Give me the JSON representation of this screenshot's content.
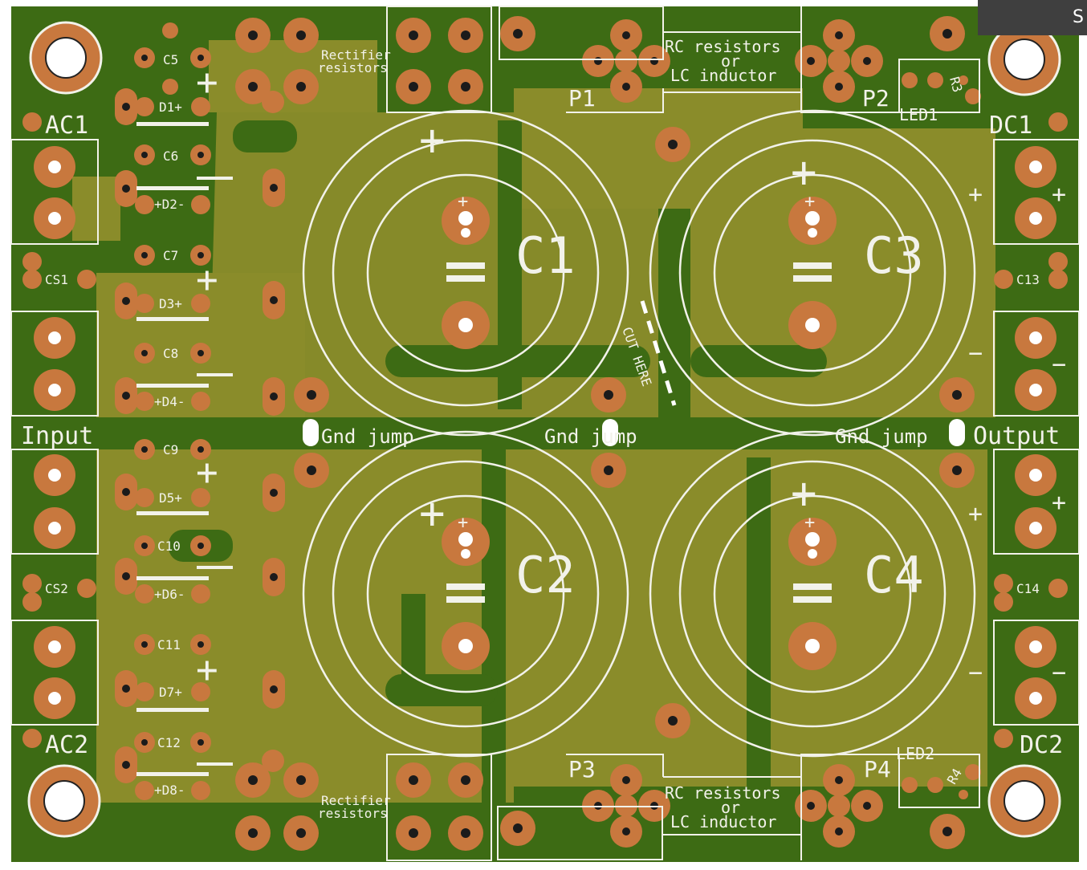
{
  "board": {
    "board_color": "#3d6b14",
    "copper_pour_color": "#8a8c2a",
    "pad_color": "#c8783e",
    "silkscreen_color": "#f2f2ea"
  },
  "corner_tab": {
    "text": "S"
  },
  "labels": {
    "input": "Input",
    "output": "Output",
    "ac1": "AC1",
    "ac2": "AC2",
    "dc1": "DC1",
    "dc2": "DC2",
    "cs1": "CS1",
    "cs2": "CS2",
    "c13": "C13",
    "c14": "C14",
    "p1": "P1",
    "p2": "P2",
    "p3": "P3",
    "p4": "P4",
    "led1": "LED1",
    "led2": "LED2",
    "r3": "R3",
    "r4": "R4",
    "cut_here": "CUT HERE",
    "gnd_jump": "Gnd jump",
    "rectifier_line1": "Rectifier",
    "rectifier_line2": "resistors",
    "rc_line1": "RC resistors",
    "rc_line2": "or",
    "rc_line3": "LC inductor",
    "plus": "+",
    "minus": "−"
  },
  "capacitors": {
    "big": [
      "C1",
      "C2",
      "C3",
      "C4"
    ],
    "small": [
      "C5",
      "C6",
      "C7",
      "C8",
      "C9",
      "C10",
      "C11",
      "C12"
    ]
  },
  "diodes": [
    "D1+",
    "+D2-",
    "D3+",
    "+D4-",
    "D5+",
    "+D6-",
    "D7+",
    "+D8-"
  ]
}
